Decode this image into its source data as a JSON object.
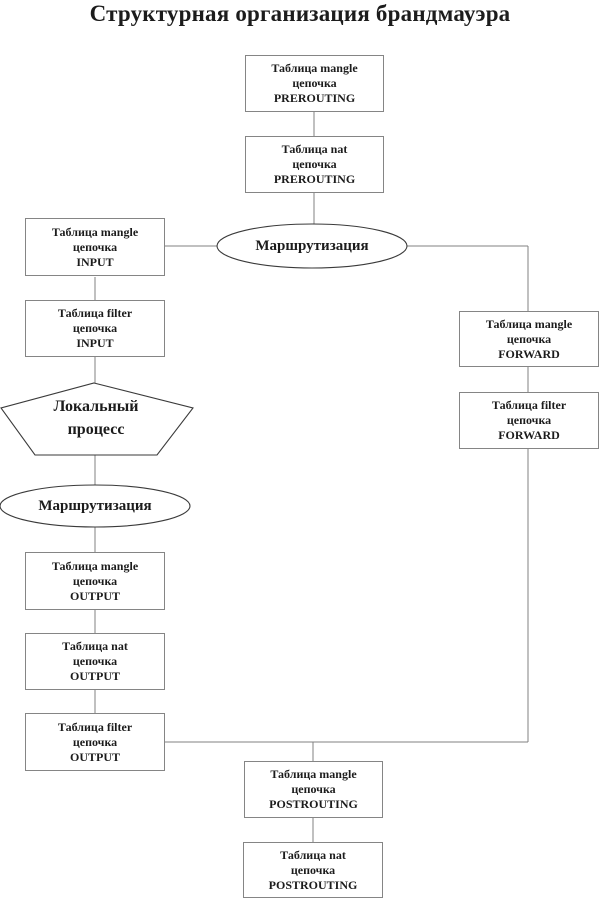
{
  "title": "Структурная организация брандмауэра",
  "colors": {
    "background": "#ffffff",
    "box_border": "#858585",
    "wire": "#808080",
    "shape_stroke": "#3a3a3a",
    "text": "#1c1c1c"
  },
  "nodes": {
    "mangle_prerouting": {
      "line1": "Таблица mangle",
      "line2": "цепочка",
      "line3": "PREROUTING"
    },
    "nat_prerouting": {
      "line1": "Таблица nat",
      "line2": "цепочка",
      "line3": "PREROUTING"
    },
    "mangle_input": {
      "line1": "Таблица mangle",
      "line2": "цепочка",
      "line3": "INPUT"
    },
    "filter_input": {
      "line1": "Таблица filter",
      "line2": "цепочка",
      "line3": "INPUT"
    },
    "mangle_forward": {
      "line1": "Таблица mangle",
      "line2": "цепочка",
      "line3": "FORWARD"
    },
    "filter_forward": {
      "line1": "Таблица filter",
      "line2": "цепочка",
      "line3": "FORWARD"
    },
    "mangle_output": {
      "line1": "Таблица mangle",
      "line2": "цепочка",
      "line3": "OUTPUT"
    },
    "nat_output": {
      "line1": "Таблица nat",
      "line2": "цепочка",
      "line3": "OUTPUT"
    },
    "filter_output": {
      "line1": "Таблица filter",
      "line2": "цепочка",
      "line3": "OUTPUT"
    },
    "mangle_postrouting": {
      "line1": "Таблица mangle",
      "line2": "цепочка",
      "line3": "POSTROUTING"
    },
    "nat_postrouting": {
      "line1": "Таблица nat",
      "line2": "цепочка",
      "line3": "POSTROUTING"
    }
  },
  "decisions": {
    "routing_top": {
      "label": "Маршрутизация"
    },
    "routing_local": {
      "label": "Маршрутизация"
    },
    "local_process": {
      "line1": "Локальный",
      "line2": "процесс"
    }
  }
}
